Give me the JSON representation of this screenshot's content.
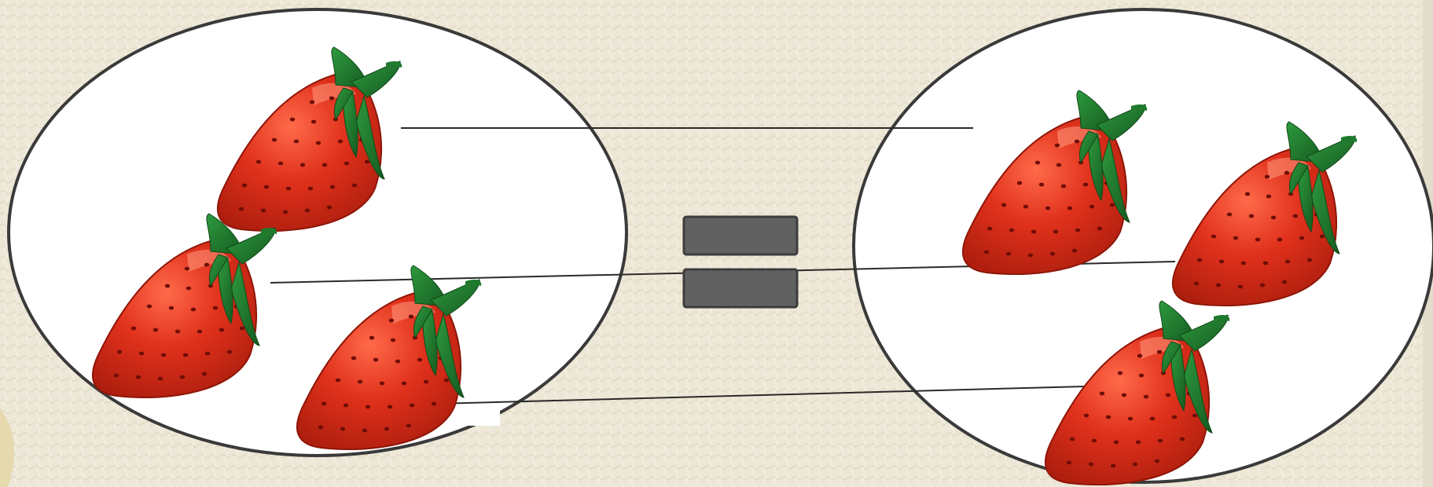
{
  "slide": {
    "background_color": "#ece7d6",
    "oval_fill": "#ffffff",
    "oval_stroke": "#3a3a3a",
    "line_color": "#2a2a2a",
    "equals_fill": "#616161",
    "equals_stroke": "#3d3d3d"
  },
  "groups": {
    "left": {
      "strawberry_count": 3
    },
    "right": {
      "strawberry_count": 3
    }
  },
  "relation": {
    "symbol_icon": "equals-sign-icon",
    "meaning": "equal quantity"
  },
  "pairings": 3,
  "strawberry_colors": {
    "body": "#e0311c",
    "body_dark": "#b8220f",
    "highlight": "#ff7a5e",
    "seed": "#7a1008",
    "leaf": "#1f7a2e",
    "leaf_dark": "#155a20"
  }
}
